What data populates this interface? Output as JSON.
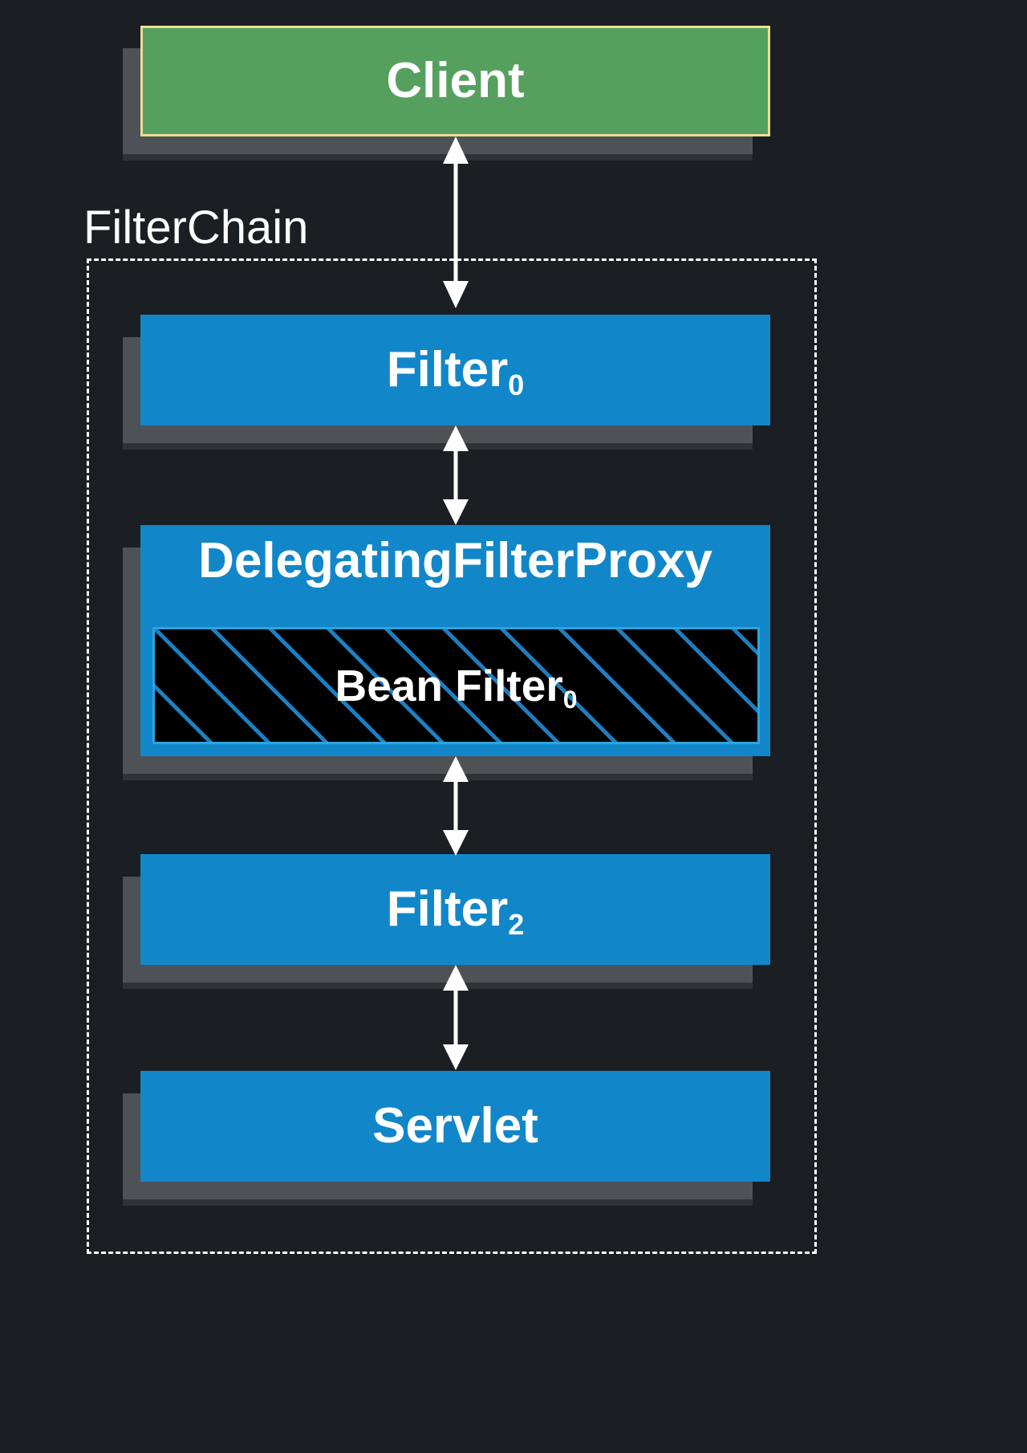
{
  "diagram": {
    "title": "Spring Security DelegatingFilterProxy in the Servlet FilterChain",
    "background_color": "#1b1e22",
    "colors": {
      "client_fill": "#55a05e",
      "client_border": "#eadf95",
      "filter_fill": "#1187c9",
      "bean_filter_fill": "#000000",
      "bean_filter_hatch": "#1d7fc0",
      "bean_filter_border": "#2ea3dd",
      "text": "#ffffff",
      "shadow": "#4e5257",
      "chain_border": "#ffffff"
    }
  },
  "client": {
    "label": "Client"
  },
  "chain": {
    "label": "FilterChain"
  },
  "nodes": {
    "filter0": {
      "base": "Filter",
      "subscript": "0"
    },
    "proxy": {
      "label": "DelegatingFilterProxy"
    },
    "bean": {
      "base": "Bean Filter",
      "subscript": "0"
    },
    "filter2": {
      "base": "Filter",
      "subscript": "2"
    },
    "servlet": {
      "label": "Servlet"
    }
  },
  "connectors": [
    {
      "name": "client-to-filter0",
      "from": "Client",
      "to": "Filter0",
      "style": "double-arrow"
    },
    {
      "name": "filter0-to-proxy",
      "from": "Filter0",
      "to": "DelegatingFilterProxy",
      "style": "double-arrow"
    },
    {
      "name": "proxy-to-filter2",
      "from": "DelegatingFilterProxy",
      "to": "Filter2",
      "style": "double-arrow"
    },
    {
      "name": "filter2-to-servlet",
      "from": "Filter2",
      "to": "Servlet",
      "style": "double-arrow"
    }
  ]
}
